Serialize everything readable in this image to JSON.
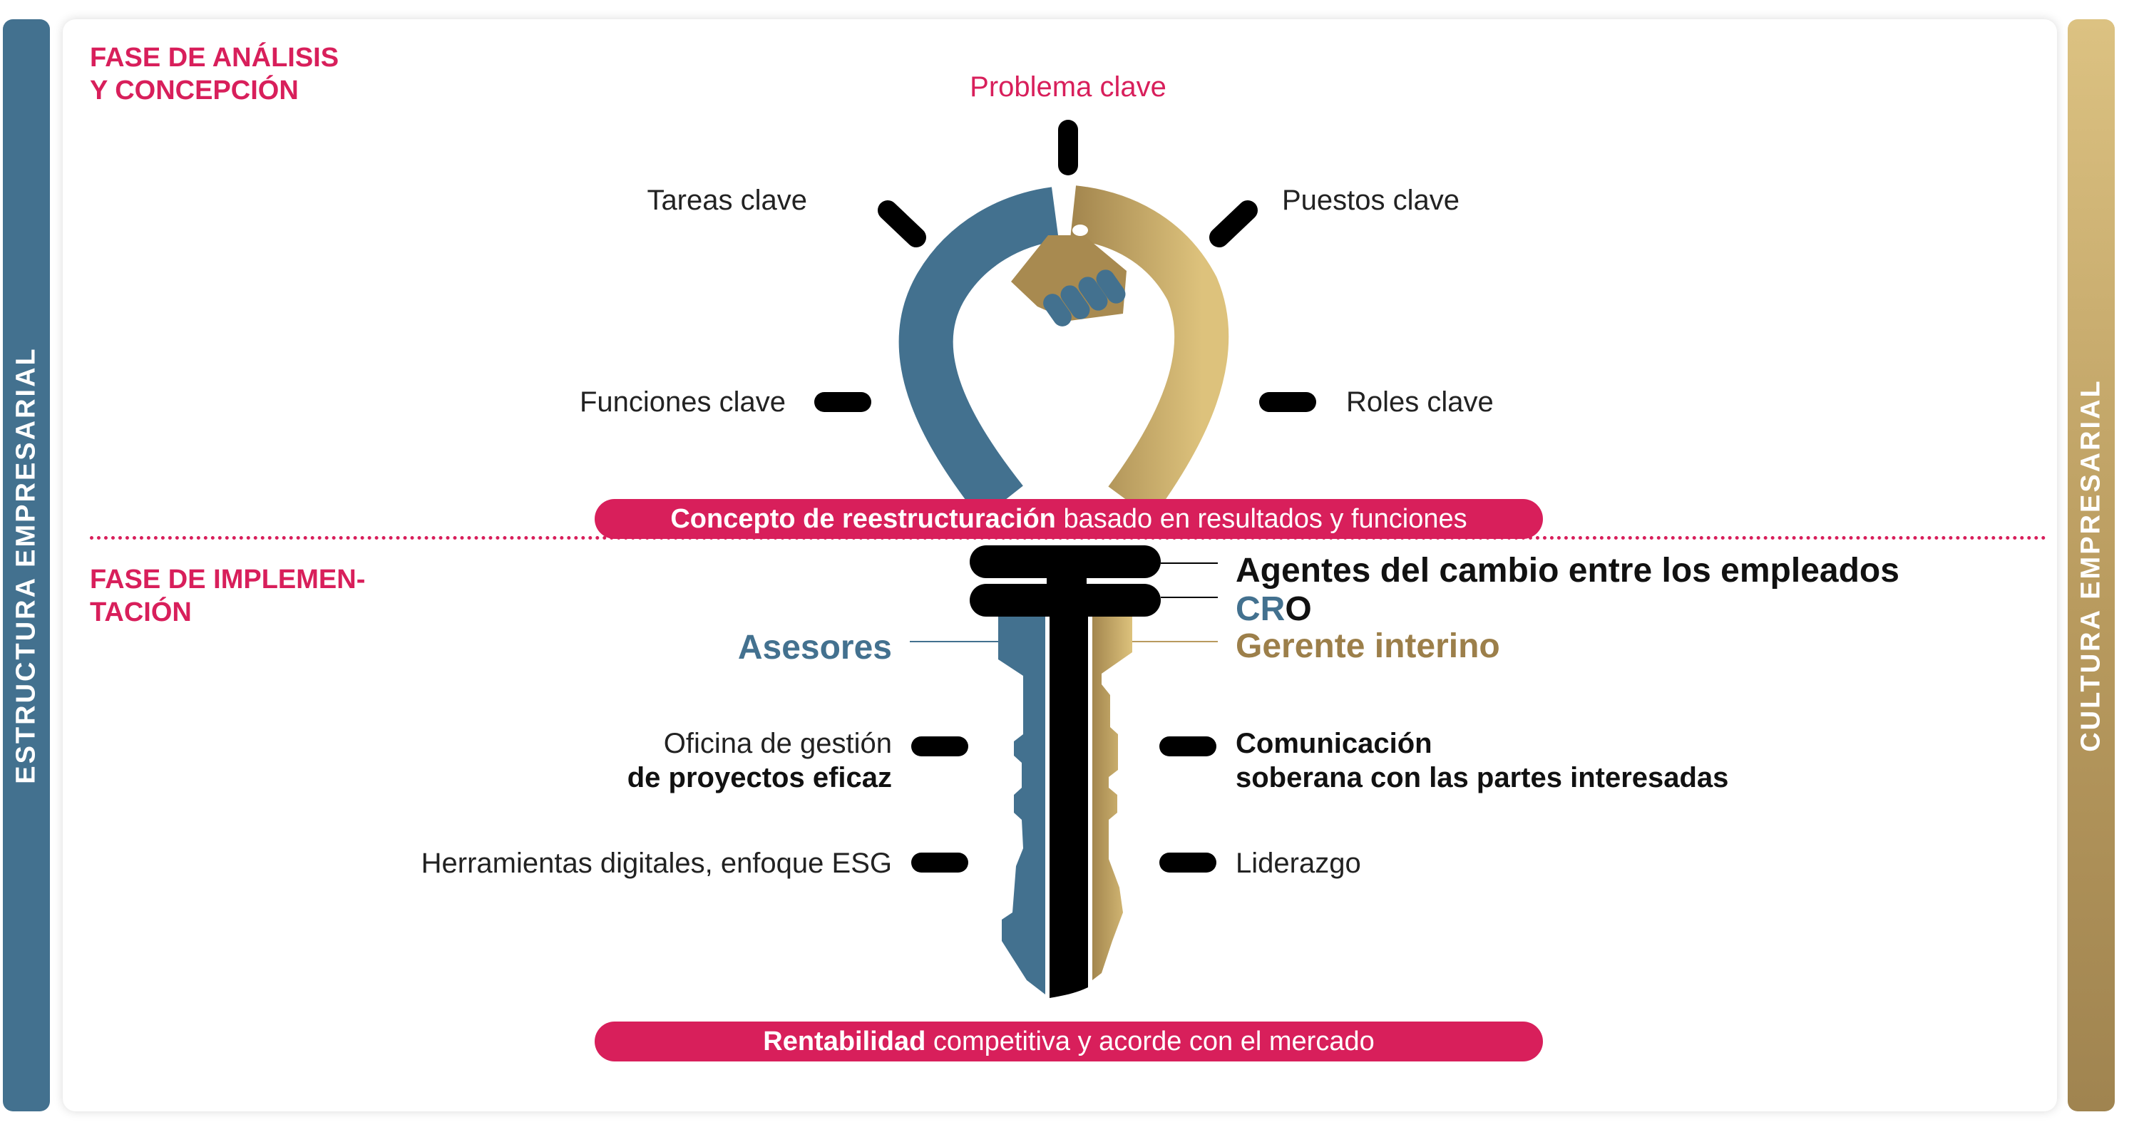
{
  "sidebars": {
    "left_label": "ESTRUCTURA EMPRESARIAL",
    "right_label": "CULTURA EMPRESARIAL"
  },
  "colors": {
    "accent": "#d81f5b",
    "blue": "#43718f",
    "gold": "#b89a5e",
    "black": "#000000"
  },
  "phase1": {
    "title_line1": "FASE DE ANÁLISIS",
    "title_line2": "Y CONCEPCIÓN",
    "labels": {
      "top": "Problema clave",
      "upper_left": "Tareas clave",
      "upper_right": "Puestos clave",
      "left": "Funciones clave",
      "right": "Roles clave"
    },
    "banner_bold": "Concepto de reestructuración",
    "banner_rest": "basado en resultados y funciones"
  },
  "phase2": {
    "title_line1": "FASE DE IMPLEMEN-",
    "title_line2": "TACIÓN",
    "agentes": "Agentes del cambio entre los empleados",
    "cro_cr": "CR",
    "cro_o": "O",
    "gerente": "Gerente interino",
    "asesores": "Asesores",
    "oficina_line1": "Oficina de gestión",
    "oficina_line2": "de proyectos eficaz",
    "herramientas": "Herramientas digitales, enfoque ESG",
    "comunicacion_line1": "Comunicación",
    "comunicacion_line2": "soberana con las partes interesadas",
    "liderazgo": "Liderazgo",
    "banner_bold": "Rentabilidad",
    "banner_rest": "competitiva y acorde con el mercado"
  }
}
